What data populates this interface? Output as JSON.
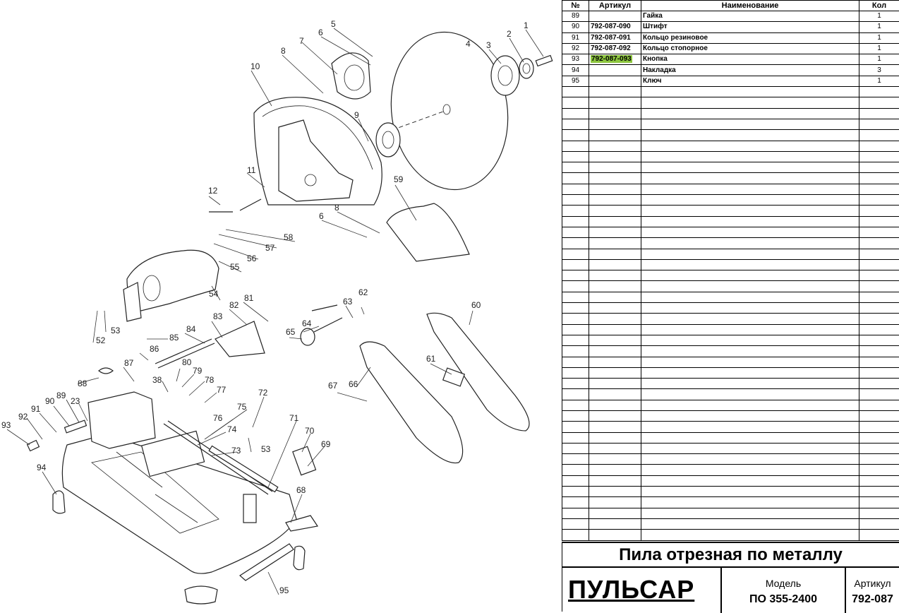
{
  "table": {
    "headers": {
      "no": "№",
      "article": "Артикул",
      "name": "Наименование",
      "qty": "Кол"
    },
    "rows": [
      {
        "no": "89",
        "article": "",
        "name": "Гайка",
        "qty": "1"
      },
      {
        "no": "90",
        "article": "792-087-090",
        "name": "Штифт",
        "qty": "1"
      },
      {
        "no": "91",
        "article": "792-087-091",
        "name": "Кольцо резиновое",
        "qty": "1"
      },
      {
        "no": "92",
        "article": "792-087-092",
        "name": "Кольцо стопорное",
        "qty": "1"
      },
      {
        "no": "93",
        "article": "792-087-093",
        "name": "Кнопка",
        "qty": "1",
        "highlight": true
      },
      {
        "no": "94",
        "article": "",
        "name": "Накладка",
        "qty": "3"
      },
      {
        "no": "95",
        "article": "",
        "name": "Ключ",
        "qty": "1"
      }
    ],
    "highlight_color": "#8dc63f"
  },
  "title_block": {
    "title": "Пила отрезная по металлу",
    "brand": "ПУЛЬСАР",
    "model_caption": "Модель",
    "model_value": "ПО 355-2400",
    "article_caption": "Артикул",
    "article_value": "792-087"
  },
  "drawing": {
    "callouts": [
      "1",
      "2",
      "3",
      "4",
      "5",
      "6",
      "7",
      "8",
      "9",
      "10",
      "11",
      "12",
      "58",
      "57",
      "56",
      "55",
      "54",
      "59",
      "6",
      "8",
      "81",
      "82",
      "83",
      "84",
      "85",
      "86",
      "87",
      "88",
      "52",
      "53",
      "63",
      "62",
      "64",
      "65",
      "60",
      "61",
      "66",
      "67",
      "80",
      "79",
      "78",
      "77",
      "38",
      "72",
      "53",
      "76",
      "75",
      "74",
      "73",
      "71",
      "70",
      "69",
      "68",
      "95",
      "94",
      "93",
      "92",
      "91",
      "90",
      "89",
      "23"
    ]
  }
}
